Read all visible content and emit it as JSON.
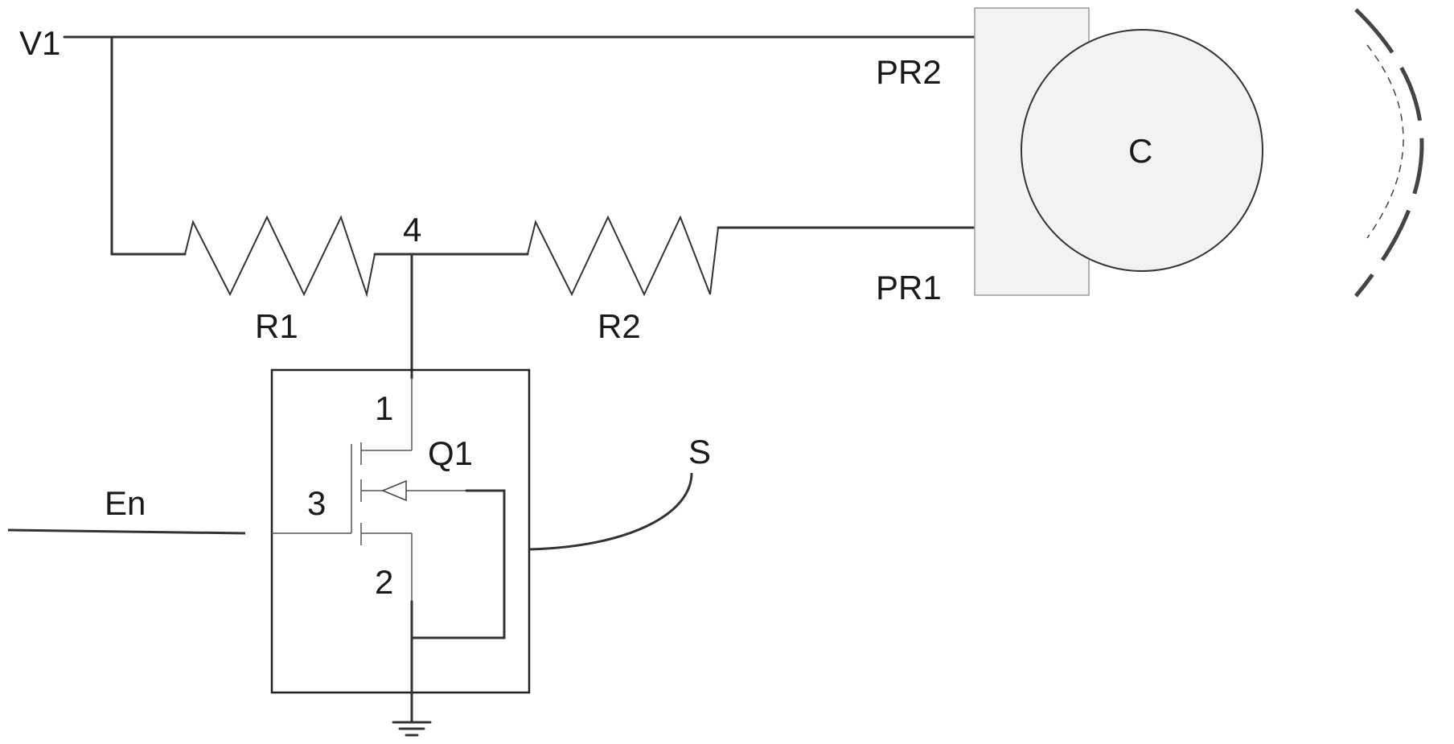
{
  "labels": {
    "v1": "V1",
    "r1": "R1",
    "r2": "R2",
    "node4": "4",
    "pr2": "PR2",
    "pr1": "PR1",
    "c": "C",
    "q1": "Q1",
    "pin1": "1",
    "pin2": "2",
    "pin3": "3",
    "en": "En",
    "s": "S"
  },
  "colors": {
    "wire": "#333333",
    "component_fill": "#f2f2f2",
    "component_stroke": "#9a9a9a"
  }
}
